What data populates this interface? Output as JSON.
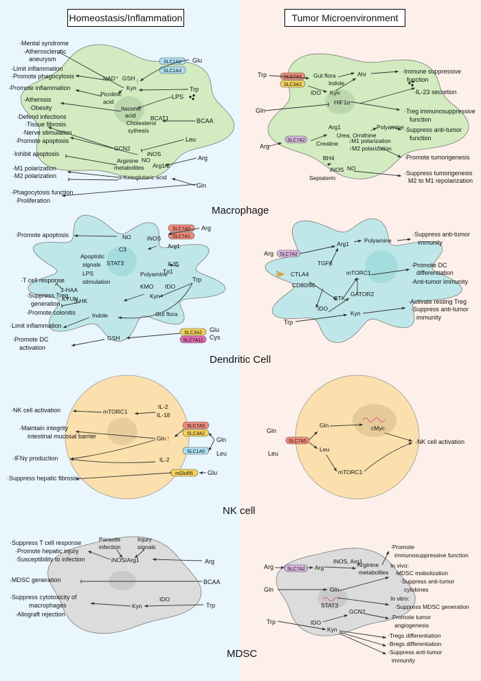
{
  "headers": {
    "left": "Homeostasis/Inflammation",
    "right": "Tumor Microenvironment"
  },
  "cells": {
    "macrophage": "Macrophage",
    "dendritic": "Dendritic Cell",
    "nk": "NK cell",
    "mdsc": "MDSC"
  },
  "macrophage_left": {
    "effects": [
      "·Mental syndrome",
      "·Atherosclerotic",
      "aneurysm",
      "·Limit inflammation",
      "·Promote phagocytosis",
      "·Promote inflammation",
      "·Atherosis",
      "·Obesity",
      "·Defend infections",
      "·Tissue fibrosis",
      "·Nerve stimulation",
      "·Promote apoptosis",
      "·Inhibit apoptosis",
      "·M1 polarization",
      "·M2 polarization",
      "·Phagocytosis function",
      "·Proliferation"
    ],
    "inside": [
      "NAD⁺",
      "GSH",
      "Kyn",
      "Picolinic",
      "acid",
      "Itaconic",
      "acid",
      "Cholesterol",
      "sythesis",
      "GCN2",
      "BCAT1",
      "iNOS",
      "NO",
      "Arginine",
      "metabolites",
      "Arg1/2",
      "α-Ketoglutaric acid"
    ],
    "transporters": [
      "SLC1A2",
      "SLC1A3"
    ],
    "nutrients": [
      "Glu",
      "Trp",
      "LPS",
      "BCAA",
      "Leu",
      "Arg",
      "Gln"
    ]
  },
  "macrophage_right": {
    "effects": [
      "·Immune suppressive",
      "function",
      "·IL-23 secretion",
      "·Treg immunosuppressive",
      "function",
      "·Suppress anti-tumor",
      "function",
      "·Promote tumorigenesis",
      "·Suppress tumorigenesis",
      "M2 to M1 repolarization"
    ],
    "inside": [
      "Gut flora",
      "Indole",
      "Ahr",
      "IDO",
      "Kyn",
      "HIF1α",
      "Polyamine",
      "Arg1",
      "Urea, Ornithine",
      "Creatine",
      "↓M1 polarization",
      "↑M2 polarization",
      "BH4",
      "iNOS",
      "NO",
      "Sepiaterin"
    ],
    "transporters": [
      "SLC7A5",
      "SLC3A2",
      "SLC7A2"
    ],
    "nutrients": [
      "Trp",
      "Gln",
      "Arg"
    ]
  },
  "dc_left": {
    "effects": [
      "·Promote apoptosis",
      "·T cell response",
      "·Suppress Treg",
      "generation",
      "·Promote colonitis",
      "·Limit inflammation",
      "·Promote DC",
      "activation"
    ],
    "inside": [
      "NO",
      "C3",
      "iNOS",
      "Arg1",
      "IL35",
      "Apoptotic",
      "signals",
      "LPS",
      "stimulation",
      "STAT3",
      "Polyamine",
      "Tα1",
      "IDO",
      "KMO",
      "Kyn",
      "3-HAA",
      "KYUN",
      "3-HK",
      "Indole",
      "Gut flora",
      "GSH"
    ],
    "transporters": [
      "SLC7A5",
      "SLC7A1",
      "SLC3A2",
      "SLC7A11"
    ],
    "nutrients": [
      "Arg",
      "Trp",
      "Glu",
      "Cys"
    ]
  },
  "dc_right": {
    "effects": [
      "·Suppress anti-tumor",
      "immunity",
      "·Promote DC",
      "differentiation",
      "·Anti-tumor immunity",
      "·Activate resting Treg",
      "·Suppress anti-tumor",
      "immunity"
    ],
    "inside": [
      "Arg1",
      "Polyamine",
      "TGFβ",
      "CTLA4",
      "CD80/86",
      "mTORC1",
      "BTK",
      "GATOR2",
      "IDO",
      "Kyn"
    ],
    "transporters": [
      "SLC7A2"
    ],
    "nutrients": [
      "Arg",
      "Trp"
    ]
  },
  "nk_left": {
    "effects": [
      "·NK cell activation",
      "·Maintain integrity",
      "intestinal mucosal barrier",
      "·IFNγ production",
      "·Suppress hepatic fibrosis"
    ],
    "inside": [
      "mTORC1",
      "IL-2",
      "IL-18",
      "Gln",
      "IL-2"
    ],
    "transporters": [
      "SLC7A5",
      "SLC3A2",
      "SLC1A5",
      "mGluR5"
    ],
    "nutrients": [
      "Gln",
      "Leu",
      "Glu"
    ]
  },
  "nk_right": {
    "effects": [
      "·NK cell activation"
    ],
    "inside": [
      "Gln",
      "Leu",
      "cMyc",
      "mTORC1"
    ],
    "transporters": [
      "SLC7A5"
    ],
    "nutrients": [
      "Gln",
      "Leu"
    ]
  },
  "mdsc_left": {
    "effects": [
      "·Suppress T cell response",
      "·Promote hepatic injury",
      "·Susceptibility to infection",
      "·MDSC generation",
      "·Suppress cytotoxicity of",
      "macrophages",
      "·Allograft rejection"
    ],
    "inside": [
      "Parasite",
      "infection",
      "Injury",
      "signals",
      "iNOS/Arg1",
      "IDO",
      "Kyn"
    ],
    "nutrients": [
      "Arg",
      "BCAA",
      "Trp"
    ]
  },
  "mdsc_right": {
    "effects": [
      "·Promote",
      "immunosuppressive function",
      "In vivo:",
      "·MDSC mobolization",
      "·Suppress anti-tumor",
      "cytokines",
      "In vitro:",
      "·Suppress MDSC generation",
      "·Promote tumor",
      "angiogenesis",
      "·Tregs differentiation",
      "·Bregs differentiation",
      "·Suppress anti-tumor",
      "immunity"
    ],
    "inside": [
      "Arg",
      "iNOS, Arg1",
      "Arginine",
      "metabolites",
      "Gln",
      "STAT3",
      "IDO",
      "GCN2",
      "Kyn"
    ],
    "transporters": [
      "SLC7A2"
    ],
    "nutrients": [
      "Arg",
      "Gln",
      "Trp"
    ]
  },
  "colors": {
    "left_bg": "#e9f6fd",
    "right_bg": "#fdf0ea",
    "macrophage": "#d2ebc0",
    "dendritic": "#bfe7e9",
    "nk": "#fbe0ad",
    "mdsc": "#dcdcdc",
    "slc_blue": "#aee0f3",
    "slc_red": "#f08a7a",
    "slc_yellow": "#f3d15a",
    "slc_purple": "#d8b4e0",
    "slc_magenta": "#e46bb0"
  }
}
